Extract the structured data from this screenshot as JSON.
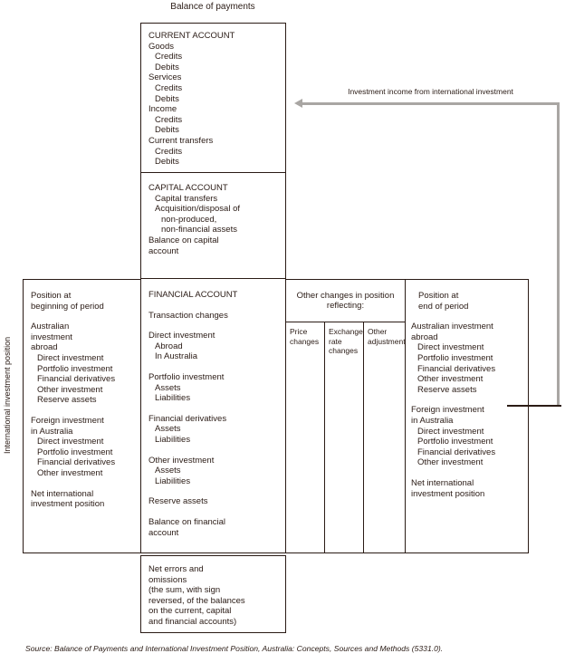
{
  "diagram": {
    "title": "Balance of payments",
    "side_label": "International investment position",
    "arrow_label": "Investment income from international investment",
    "source": "Source: Balance of Payments and International Investment Position, Australia: Concepts, Sources and Methods (5331.0).",
    "colors": {
      "line": "#2a1b15",
      "arrow_grey": "#a9a6a3",
      "background": "#ffffff"
    }
  },
  "current_account": {
    "lines": [
      {
        "text": "CURRENT ACCOUNT",
        "indent": 0
      },
      {
        "text": "Goods",
        "indent": 0
      },
      {
        "text": "Credits",
        "indent": 1
      },
      {
        "text": "Debits",
        "indent": 1
      },
      {
        "text": "Services",
        "indent": 0
      },
      {
        "text": "Credits",
        "indent": 1
      },
      {
        "text": "Debits",
        "indent": 1
      },
      {
        "text": "Income",
        "indent": 0
      },
      {
        "text": "Credits",
        "indent": 1
      },
      {
        "text": "Debits",
        "indent": 1
      },
      {
        "text": "Current transfers",
        "indent": 0
      },
      {
        "text": "Credits",
        "indent": 1
      },
      {
        "text": "Debits",
        "indent": 1
      }
    ]
  },
  "capital_account": {
    "lines": [
      {
        "text": "CAPITAL ACCOUNT",
        "indent": 0
      },
      {
        "text": "Capital transfers",
        "indent": 1
      },
      {
        "text": "Acquisition/disposal of",
        "indent": 1
      },
      {
        "text": "non-produced,",
        "indent": 2
      },
      {
        "text": "non-financial assets",
        "indent": 2
      },
      {
        "text": "Balance on capital",
        "indent": 0
      },
      {
        "text": "account",
        "indent": 0
      }
    ]
  },
  "financial_account": {
    "lines": [
      {
        "text": "FINANCIAL ACCOUNT",
        "indent": 0
      },
      {
        "text": "Transaction changes",
        "indent": 0,
        "gap": true
      },
      {
        "text": "Direct investment",
        "indent": 0,
        "gap": true
      },
      {
        "text": "Abroad",
        "indent": 1
      },
      {
        "text": "In Australia",
        "indent": 1
      },
      {
        "text": "Portfolio investment",
        "indent": 0,
        "gap": true
      },
      {
        "text": "Assets",
        "indent": 1
      },
      {
        "text": "Liabilities",
        "indent": 1
      },
      {
        "text": "Financial derivatives",
        "indent": 0,
        "gap": true
      },
      {
        "text": "Assets",
        "indent": 1
      },
      {
        "text": "Liabilities",
        "indent": 1
      },
      {
        "text": "Other investment",
        "indent": 0,
        "gap": true
      },
      {
        "text": "Assets",
        "indent": 1
      },
      {
        "text": "Liabilities",
        "indent": 1
      },
      {
        "text": "Reserve assets",
        "indent": 0,
        "gap": true
      },
      {
        "text": "Balance on financial",
        "indent": 0,
        "gap": true
      },
      {
        "text": "account",
        "indent": 0
      }
    ]
  },
  "position_beginning": {
    "lines": [
      {
        "text": "Position at",
        "indent": 0
      },
      {
        "text": "beginning of period",
        "indent": 0
      },
      {
        "text": "Australian",
        "indent": 0,
        "gap": true
      },
      {
        "text": "investment",
        "indent": 0
      },
      {
        "text": "abroad",
        "indent": 0
      },
      {
        "text": "Direct investment",
        "indent": 1
      },
      {
        "text": "Portfolio investment",
        "indent": 1
      },
      {
        "text": "Financial derivatives",
        "indent": 1
      },
      {
        "text": "Other investment",
        "indent": 1
      },
      {
        "text": "Reserve assets",
        "indent": 1
      },
      {
        "text": "Foreign investment",
        "indent": 0,
        "gap": true
      },
      {
        "text": "in Australia",
        "indent": 0
      },
      {
        "text": "Direct investment",
        "indent": 1
      },
      {
        "text": "Portfolio investment",
        "indent": 1
      },
      {
        "text": "Financial derivatives",
        "indent": 1
      },
      {
        "text": "Other investment",
        "indent": 1
      },
      {
        "text": "Net international",
        "indent": 0,
        "gap": true
      },
      {
        "text": "investment position",
        "indent": 0
      }
    ]
  },
  "other_changes": {
    "header": "Other changes in position reflecting:",
    "columns": [
      {
        "label": "Price changes"
      },
      {
        "label": "Exchange rate changes"
      },
      {
        "label": "Other adjustments"
      }
    ]
  },
  "position_end": {
    "lines": [
      {
        "text": "Position at",
        "indent": 0,
        "cls": "pos-indent"
      },
      {
        "text": "end of period",
        "indent": 0,
        "cls": "pos-indent"
      },
      {
        "text": "Australian investment",
        "indent": 0,
        "gap": true
      },
      {
        "text": "abroad",
        "indent": 0
      },
      {
        "text": "Direct investment",
        "indent": 1
      },
      {
        "text": "Portfolio investment",
        "indent": 1
      },
      {
        "text": "Financial derivatives",
        "indent": 1
      },
      {
        "text": "Other investment",
        "indent": 1
      },
      {
        "text": "Reserve assets",
        "indent": 1
      },
      {
        "text": "Foreign investment",
        "indent": 0,
        "gap": true
      },
      {
        "text": "in Australia",
        "indent": 0
      },
      {
        "text": "Direct investment",
        "indent": 1
      },
      {
        "text": "Portfolio investment",
        "indent": 1
      },
      {
        "text": "Financial derivatives",
        "indent": 1
      },
      {
        "text": "Other investment",
        "indent": 1
      },
      {
        "text": "Net international",
        "indent": 0,
        "gap": true
      },
      {
        "text": "investment position",
        "indent": 0
      }
    ]
  },
  "net_errors": {
    "lines": [
      {
        "text": "Net errors and",
        "indent": 0
      },
      {
        "text": "omissions",
        "indent": 0
      },
      {
        "text": "(the sum, with sign",
        "indent": 0
      },
      {
        "text": "reversed, of the balances",
        "indent": 0
      },
      {
        "text": "on the current, capital",
        "indent": 0
      },
      {
        "text": "and financial accounts)",
        "indent": 0
      }
    ]
  }
}
